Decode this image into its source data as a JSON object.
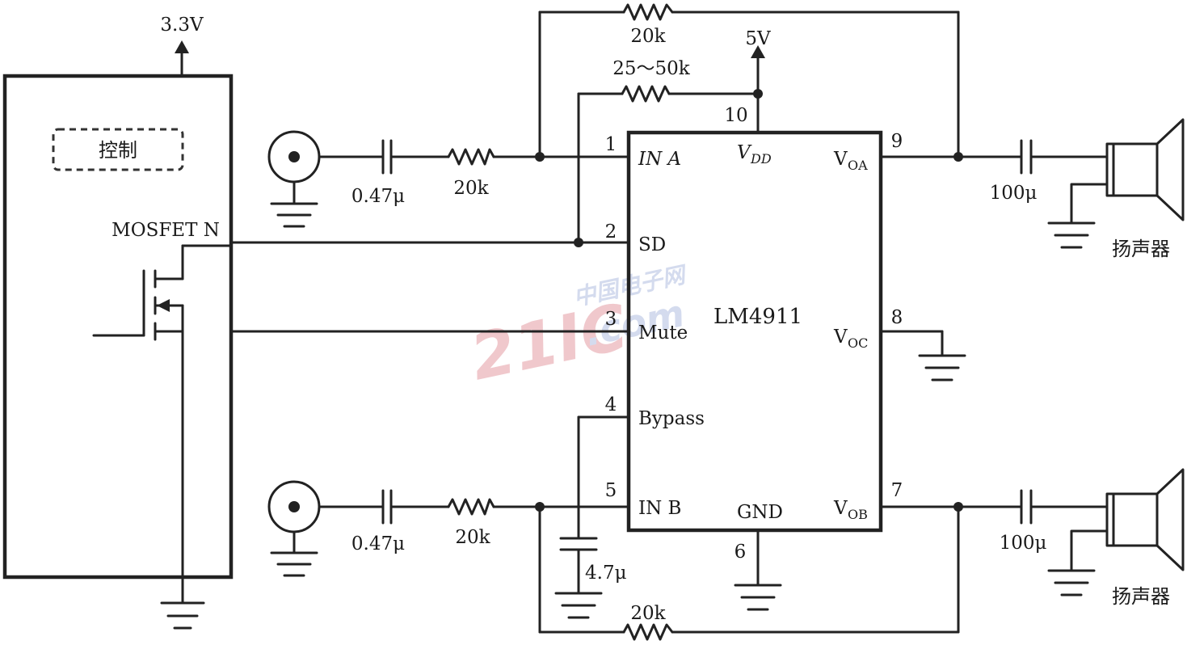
{
  "supply": {
    "v33": "3.3V",
    "v5": "5V"
  },
  "control": {
    "label": "控制",
    "mosfet": "MOSFET N"
  },
  "ic": {
    "name": "LM4911",
    "pins": {
      "in_a": "IN A",
      "sd": "SD",
      "mute": "Mute",
      "bypass": "Bypass",
      "in_b": "IN B",
      "vdd": "V",
      "vdd_sub": "DD",
      "voa": "V",
      "voa_sub": "OA",
      "voc": "V",
      "voc_sub": "OC",
      "vob": "V",
      "vob_sub": "OB",
      "gnd": "GND"
    },
    "pin_numbers": {
      "p1": "1",
      "p2": "2",
      "p3": "3",
      "p4": "4",
      "p5": "5",
      "p6": "6",
      "p7": "7",
      "p8": "8",
      "p9": "9",
      "p10": "10"
    }
  },
  "components": {
    "r_fb_a": "20k",
    "r_sd": "25～50k",
    "c_in_a": "0.47μ",
    "r_in_a": "20k",
    "c_in_b": "0.47μ",
    "r_in_b": "20k",
    "c_bypass": "4.7μ",
    "r_fb_b": "20k",
    "c_out_a": "100μ",
    "c_out_b": "100μ"
  },
  "speakers": {
    "a": "扬声器",
    "b": "扬声器"
  },
  "watermark": {
    "main": "21IC",
    "com": ".com",
    "cn": "中国电子网"
  }
}
